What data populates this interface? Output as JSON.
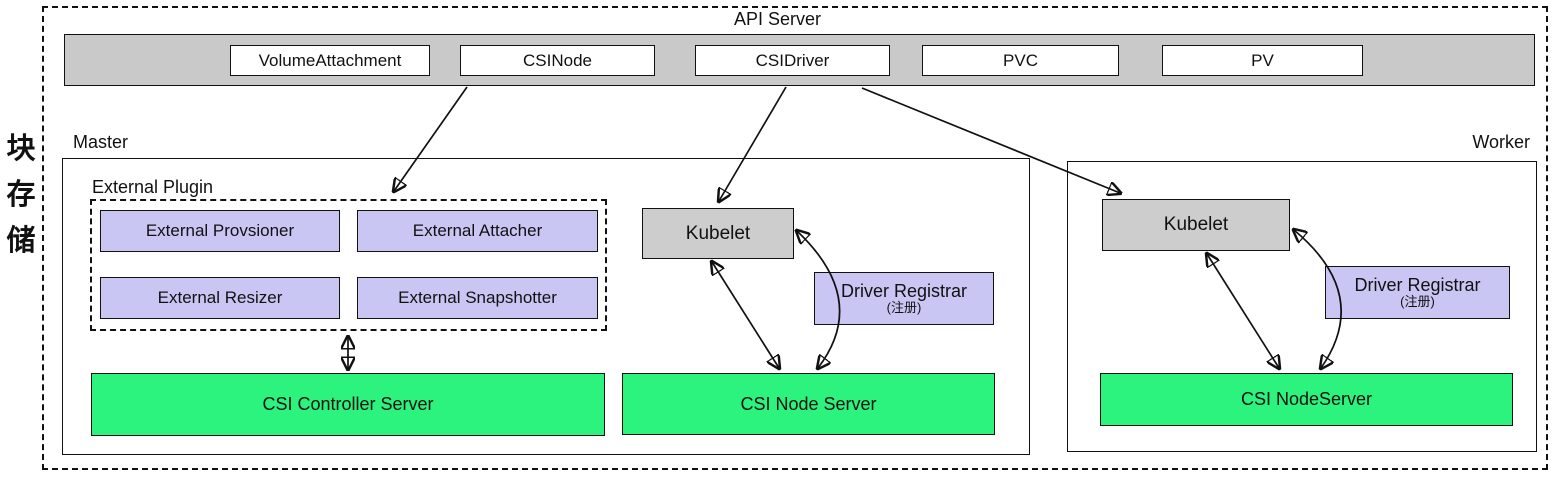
{
  "side_label": "块存储",
  "api_server": {
    "title": "API Server",
    "resources": [
      "VolumeAttachment",
      "CSINode",
      "CSIDriver",
      "PVC",
      "PV"
    ]
  },
  "master": {
    "label": "Master",
    "external_plugin": {
      "label": "External Plugin",
      "components": [
        "External Provsioner",
        "External Attacher",
        "External Resizer",
        "External Snapshotter"
      ]
    },
    "kubelet": "Kubelet",
    "driver_registrar": {
      "title": "Driver Registrar",
      "subtitle": "(注册)"
    },
    "csi_controller_server": "CSI Controller Server",
    "csi_node_server": "CSI Node Server"
  },
  "worker": {
    "label": "Worker",
    "kubelet": "Kubelet",
    "driver_registrar": {
      "title": "Driver Registrar",
      "subtitle": "(注册)"
    },
    "csi_node_server": "CSI NodeServer"
  },
  "colors": {
    "bar_gray": "#c9c9c9",
    "kubelet_gray": "#cdcdcd",
    "purple": "#c9c6f4",
    "green": "#2bf37d"
  }
}
